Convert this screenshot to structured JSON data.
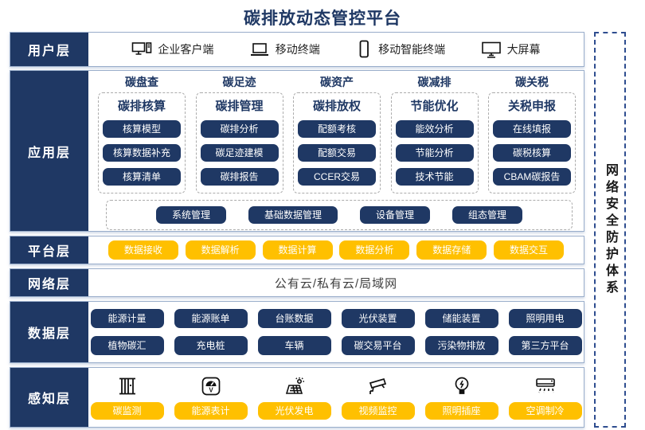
{
  "title": "碳排放动态管控平台",
  "colors": {
    "navy": "#1F3864",
    "orange": "#FFC000",
    "row_border": "#9AAECB",
    "dashed_gray": "#ABABAB",
    "side_border": "#2E4D8F"
  },
  "side_panel": {
    "text": "网络安全防护体系"
  },
  "layers": {
    "user": {
      "label": "用户层",
      "items": [
        {
          "icon": "desktop-pc-icon",
          "label": "企业客户端"
        },
        {
          "icon": "laptop-icon",
          "label": "移动终端"
        },
        {
          "icon": "smartphone-icon",
          "label": "移动智能终端"
        },
        {
          "icon": "big-screen-icon",
          "label": "大屏幕"
        }
      ]
    },
    "app": {
      "label": "应用层",
      "columns": [
        {
          "header": "碳盘查",
          "subtitle": "碳排核算",
          "buttons": [
            "核算模型",
            "核算数据补充",
            "核算清单"
          ]
        },
        {
          "header": "碳足迹",
          "subtitle": "碳排管理",
          "buttons": [
            "碳排分析",
            "碳足迹建模",
            "碳排报告"
          ]
        },
        {
          "header": "碳资产",
          "subtitle": "碳排放权",
          "buttons": [
            "配额考核",
            "配额交易",
            "CCER交易"
          ]
        },
        {
          "header": "碳减排",
          "subtitle": "节能优化",
          "buttons": [
            "能效分析",
            "节能分析",
            "技术节能"
          ]
        },
        {
          "header": "碳关税",
          "subtitle": "关税申报",
          "buttons": [
            "在线填报",
            "碳税核算",
            "CBAM碳报告"
          ]
        }
      ],
      "common_buttons": [
        "系统管理",
        "基础数据管理",
        "设备管理",
        "组态管理"
      ]
    },
    "platform": {
      "label": "平台层",
      "buttons": [
        "数据接收",
        "数据解析",
        "数据计算",
        "数据分析",
        "数据存储",
        "数据交互"
      ]
    },
    "network": {
      "label": "网络层",
      "text": "公有云/私有云/局域网"
    },
    "data": {
      "label": "数据层",
      "row1": [
        "能源计量",
        "能源账单",
        "台账数据",
        "光伏装置",
        "储能装置",
        "照明用电"
      ],
      "row2": [
        "植物碳汇",
        "充电桩",
        "车辆",
        "碳交易平台",
        "污染物排放",
        "第三方平台"
      ]
    },
    "perception": {
      "label": "感知层",
      "items": [
        {
          "icon": "carbon-monitor-icon",
          "label": "碳监测"
        },
        {
          "icon": "energy-meter-icon",
          "label": "能源表计"
        },
        {
          "icon": "solar-power-icon",
          "label": "光伏发电"
        },
        {
          "icon": "cctv-icon",
          "label": "视频监控"
        },
        {
          "icon": "light-socket-icon",
          "label": "照明插座"
        },
        {
          "icon": "air-conditioner-icon",
          "label": "空调制冷"
        }
      ]
    }
  }
}
